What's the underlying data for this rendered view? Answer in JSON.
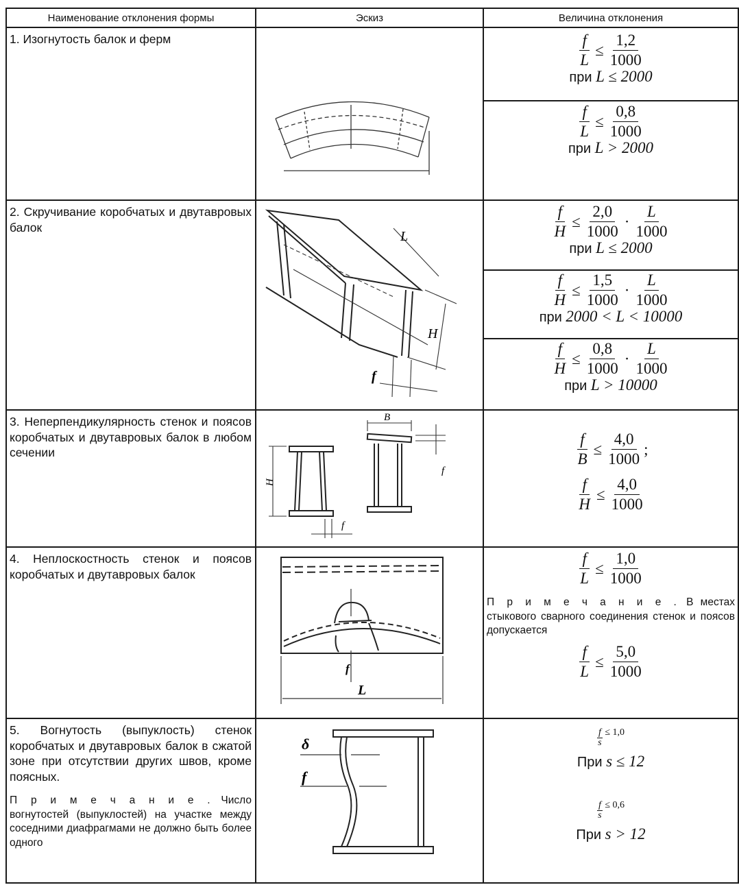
{
  "header": {
    "col1": "Наименование отклонения формы",
    "col2": "Эскиз",
    "col3": "Величина отклонения"
  },
  "rows": [
    {
      "title": "1. Изогнутость балок и ферм",
      "values": [
        {
          "num": "f",
          "den": "L",
          "limit_num": "1,2",
          "limit_den": "1000",
          "cond_word": "при",
          "cond": "L ≤ 2000"
        },
        {
          "num": "f",
          "den": "L",
          "limit_num": "0,8",
          "limit_den": "1000",
          "cond_word": "при",
          "cond": "L > 2000"
        }
      ]
    },
    {
      "title": "2. Скручивание коробчатых и двутавровых балок",
      "sketch_labels": [
        "L",
        "H",
        "f"
      ],
      "values": [
        {
          "num": "f",
          "den": "H",
          "limit_num": "2,0",
          "limit_den": "1000",
          "mult_num": "L",
          "mult_den": "1000",
          "cond_word": "при",
          "cond": "L ≤ 2000"
        },
        {
          "num": "f",
          "den": "H",
          "limit_num": "1,5",
          "limit_den": "1000",
          "mult_num": "L",
          "mult_den": "1000",
          "cond_word": "при",
          "cond": "2000 < L < 10000"
        },
        {
          "num": "f",
          "den": "H",
          "limit_num": "0,8",
          "limit_den": "1000",
          "mult_num": "L",
          "mult_den": "1000",
          "cond_word": "при",
          "cond": "L > 10000"
        }
      ]
    },
    {
      "title": "3. Неперпендикулярность стенок и поясов коробчатых и двутавровых балок в любом сечении",
      "sketch_labels": [
        "H",
        "f",
        "B",
        "f"
      ],
      "values": [
        {
          "num": "f",
          "den": "B",
          "limit_num": "4,0",
          "limit_den": "1000",
          "tail": ";"
        },
        {
          "num": "f",
          "den": "H",
          "limit_num": "4,0",
          "limit_den": "1000"
        }
      ]
    },
    {
      "title": "4. Неплоскостность стенок и поясов коробчатых и двутавровых балок",
      "sketch_labels": [
        "f",
        "L"
      ],
      "values": [
        {
          "num": "f",
          "den": "L",
          "limit_num": "1,0",
          "limit_den": "1000"
        },
        {
          "num": "f",
          "den": "L",
          "limit_num": "5,0",
          "limit_den": "1000"
        }
      ],
      "note_head": "П р и м е ч а н и е .",
      "note_text": " В местах стыкового сварного соединения стенок и поясов допускается"
    },
    {
      "title": "5. Вогнутость (выпуклость) стенок коробчатых и двутавровых балок в сжатой зоне при отсутствии других швов, кроме поясных.",
      "note_head": "П р и м е ч а н и е .",
      "note_text": " Число вогнутостей (выпуклостей) на участке между соседними диафрагмами не должно быть более одного",
      "sketch_labels": [
        "δ",
        "f"
      ],
      "values": [
        {
          "num": "f",
          "den": "s",
          "limit": "≤ 1,0",
          "cond_word": "При",
          "cond": "s ≤ 12"
        },
        {
          "num": "f",
          "den": "s",
          "limit": "≤ 0,6",
          "cond_word": "При",
          "cond": "s > 12"
        }
      ]
    }
  ]
}
